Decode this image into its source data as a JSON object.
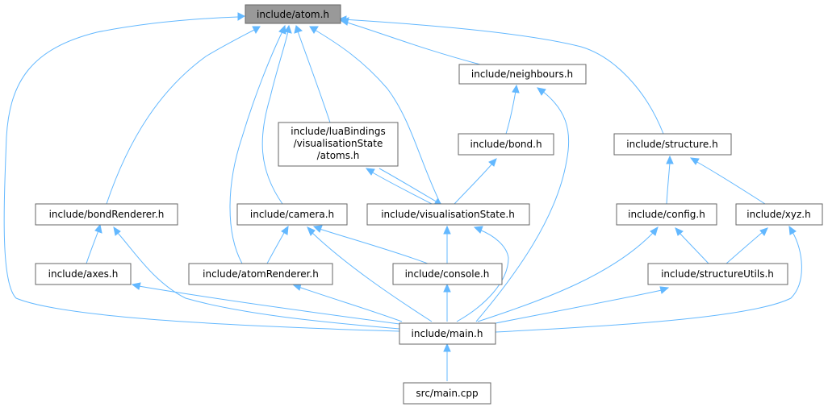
{
  "graph": {
    "edge_color": "#63b8ff",
    "root_fill": "#999999",
    "node_border": "#666666",
    "nodes": {
      "atom": "include/atom.h",
      "neighbours": "include/neighbours.h",
      "luaBindings": [
        "include/luaBindings",
        "/visualisationState",
        "/atoms.h"
      ],
      "bond": "include/bond.h",
      "structure": "include/structure.h",
      "bondRenderer": "include/bondRenderer.h",
      "camera": "include/camera.h",
      "visualisationState": "include/visualisationState.h",
      "config": "include/config.h",
      "xyz": "include/xyz.h",
      "axes": "include/axes.h",
      "atomRenderer": "include/atomRenderer.h",
      "console": "include/console.h",
      "structureUtils": "include/structureUtils.h",
      "main_h": "include/main.h",
      "main_cpp": "src/main.cpp"
    },
    "edges": [
      {
        "from": "neighbours",
        "to": "atom"
      },
      {
        "from": "luaBindings",
        "to": "atom"
      },
      {
        "from": "structure",
        "to": "atom"
      },
      {
        "from": "bondRenderer",
        "to": "atom"
      },
      {
        "from": "camera",
        "to": "atom"
      },
      {
        "from": "visualisationState",
        "to": "atom"
      },
      {
        "from": "atomRenderer",
        "to": "atom"
      },
      {
        "from": "main_h",
        "to": "atom"
      },
      {
        "from": "bond",
        "to": "neighbours"
      },
      {
        "from": "main_h",
        "to": "neighbours"
      },
      {
        "from": "visualisationState",
        "to": "luaBindings"
      },
      {
        "from": "luaBindings",
        "to": "visualisationState"
      },
      {
        "from": "visualisationState",
        "to": "bond"
      },
      {
        "from": "config",
        "to": "structure"
      },
      {
        "from": "xyz",
        "to": "structure"
      },
      {
        "from": "axes",
        "to": "bondRenderer"
      },
      {
        "from": "main_h",
        "to": "bondRenderer"
      },
      {
        "from": "atomRenderer",
        "to": "camera"
      },
      {
        "from": "console",
        "to": "camera"
      },
      {
        "from": "main_h",
        "to": "camera"
      },
      {
        "from": "console",
        "to": "visualisationState"
      },
      {
        "from": "main_h",
        "to": "visualisationState"
      },
      {
        "from": "structureUtils",
        "to": "config"
      },
      {
        "from": "main_h",
        "to": "config"
      },
      {
        "from": "structureUtils",
        "to": "xyz"
      },
      {
        "from": "main_h",
        "to": "xyz"
      },
      {
        "from": "main_h",
        "to": "axes"
      },
      {
        "from": "main_h",
        "to": "atomRenderer"
      },
      {
        "from": "main_h",
        "to": "console"
      },
      {
        "from": "main_h",
        "to": "structureUtils"
      },
      {
        "from": "main_cpp",
        "to": "main_h"
      }
    ]
  }
}
